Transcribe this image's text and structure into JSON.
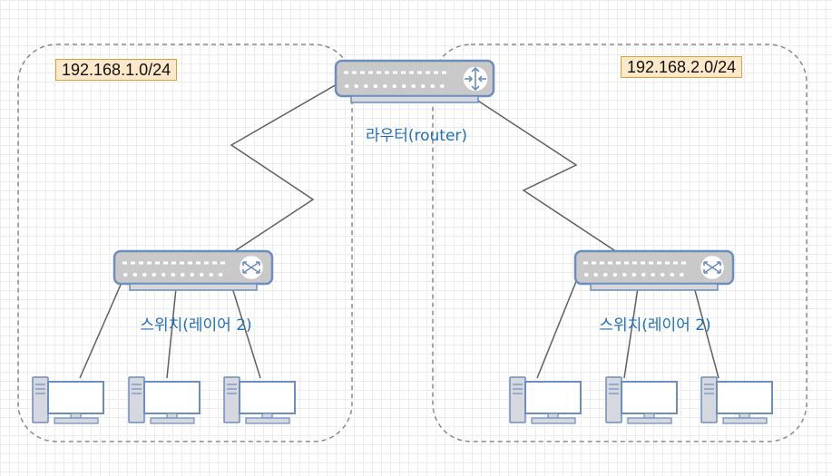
{
  "subnets": [
    {
      "label": "192.168.1.0/24",
      "switch_caption": "스위치(레이어 2)"
    },
    {
      "label": "192.168.2.0/24",
      "switch_caption": "스위치(레이어 2)"
    }
  ],
  "router": {
    "caption": "라우터(router)",
    "icon": "router-icon"
  },
  "switch": {
    "icon": "switch-icon"
  },
  "computer": {
    "icon": "desktop-computer-icon"
  },
  "colors": {
    "device_fill": "#c9c9c9",
    "device_border": "#6c8ebf",
    "symbol_blue": "#6c8ebf",
    "caption_text": "#1f6fba",
    "label_fill": "#fde9c9",
    "label_border": "#d9a13b",
    "link": "#606060",
    "zone_border": "#8a8a8a"
  }
}
